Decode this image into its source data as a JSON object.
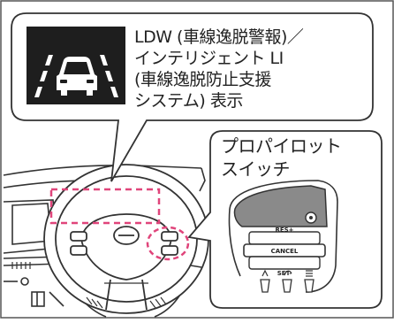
{
  "indicator_callout": {
    "line1": "LDW (車線逸脱警報)／",
    "line2": "インテリジェント LI",
    "line3": "(車線逸脱防止支援",
    "line4": " システム) 表示"
  },
  "switch_callout": {
    "line1": "プロパイロット",
    "line2": "スイッチ"
  },
  "switch_buttons": {
    "res": "RES+",
    "cancel": "CANCEL",
    "set": "SET-"
  },
  "colors": {
    "highlight": "#e0457b",
    "indicator_bg": "#1e1e1e",
    "line": "#333333"
  }
}
